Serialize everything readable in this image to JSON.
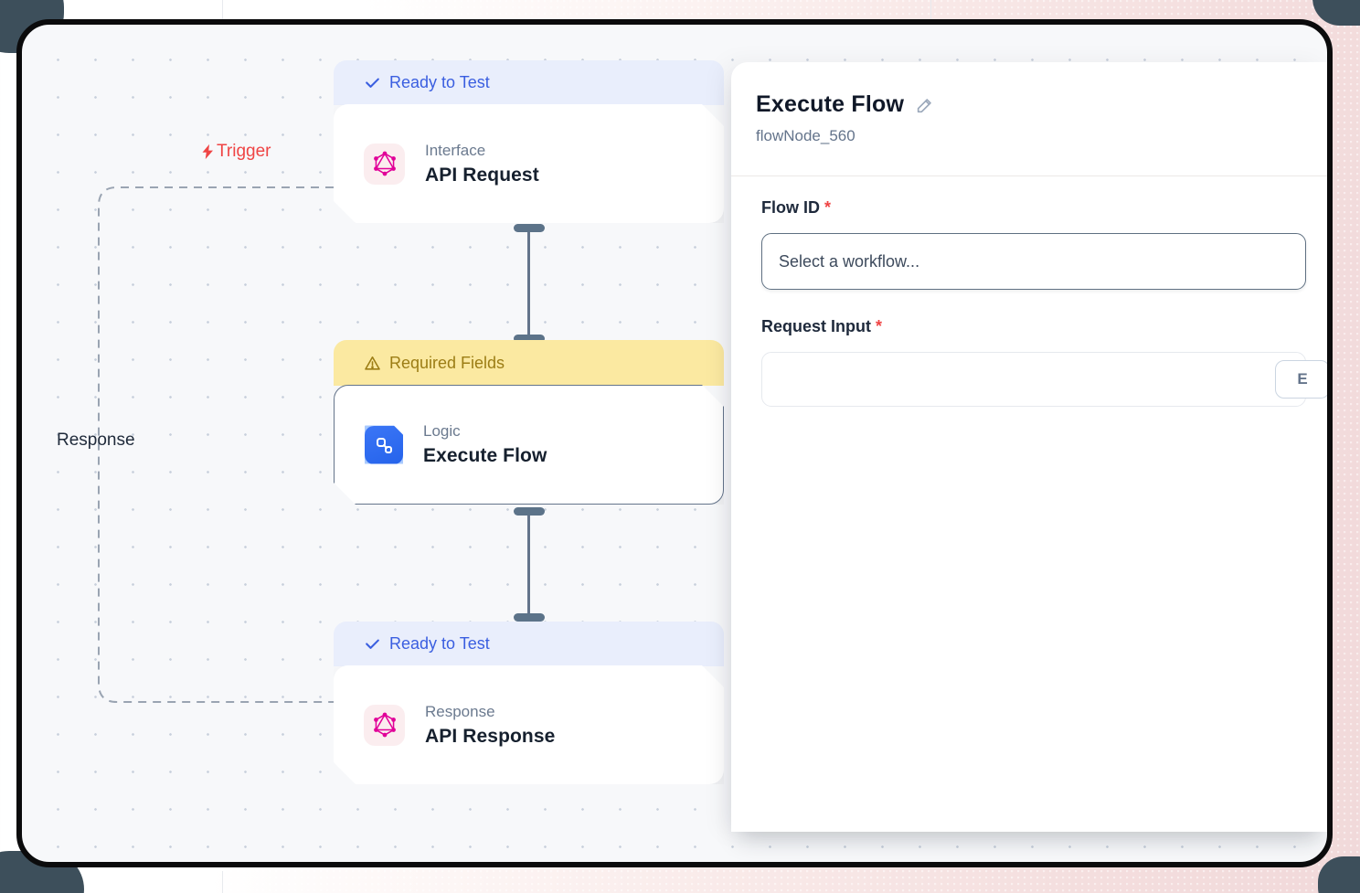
{
  "canvas": {
    "trigger_label": "Trigger",
    "response_label": "Response",
    "nodes": [
      {
        "status": "Ready to Test",
        "category": "Interface",
        "title": "API Request",
        "icon": "graphql-icon"
      },
      {
        "status": "Required Fields",
        "category": "Logic",
        "title": "Execute Flow",
        "icon": "flow-icon"
      },
      {
        "status": "Ready to Test",
        "category": "Response",
        "title": "API Response",
        "icon": "graphql-icon"
      }
    ]
  },
  "panel": {
    "title": "Execute Flow",
    "node_id": "flowNode_560",
    "required_marker": "*",
    "fields": [
      {
        "label": "Flow ID",
        "control": "select",
        "placeholder": "Select a workflow..."
      },
      {
        "label": "Request Input",
        "control": "textbox",
        "value": "",
        "button_label": "E"
      }
    ]
  },
  "colors": {
    "accent_blue": "#3A5EE0",
    "badge_blue_bg": "#E9EEFC",
    "warning_bg": "#FBE9A1",
    "warning_text": "#9C7D15",
    "graphql_pink": "#E10098",
    "node_blue": "#2563EB",
    "connector_slate": "#64748B",
    "danger_red": "#EF4444",
    "frame_border": "#0B0B0C"
  }
}
